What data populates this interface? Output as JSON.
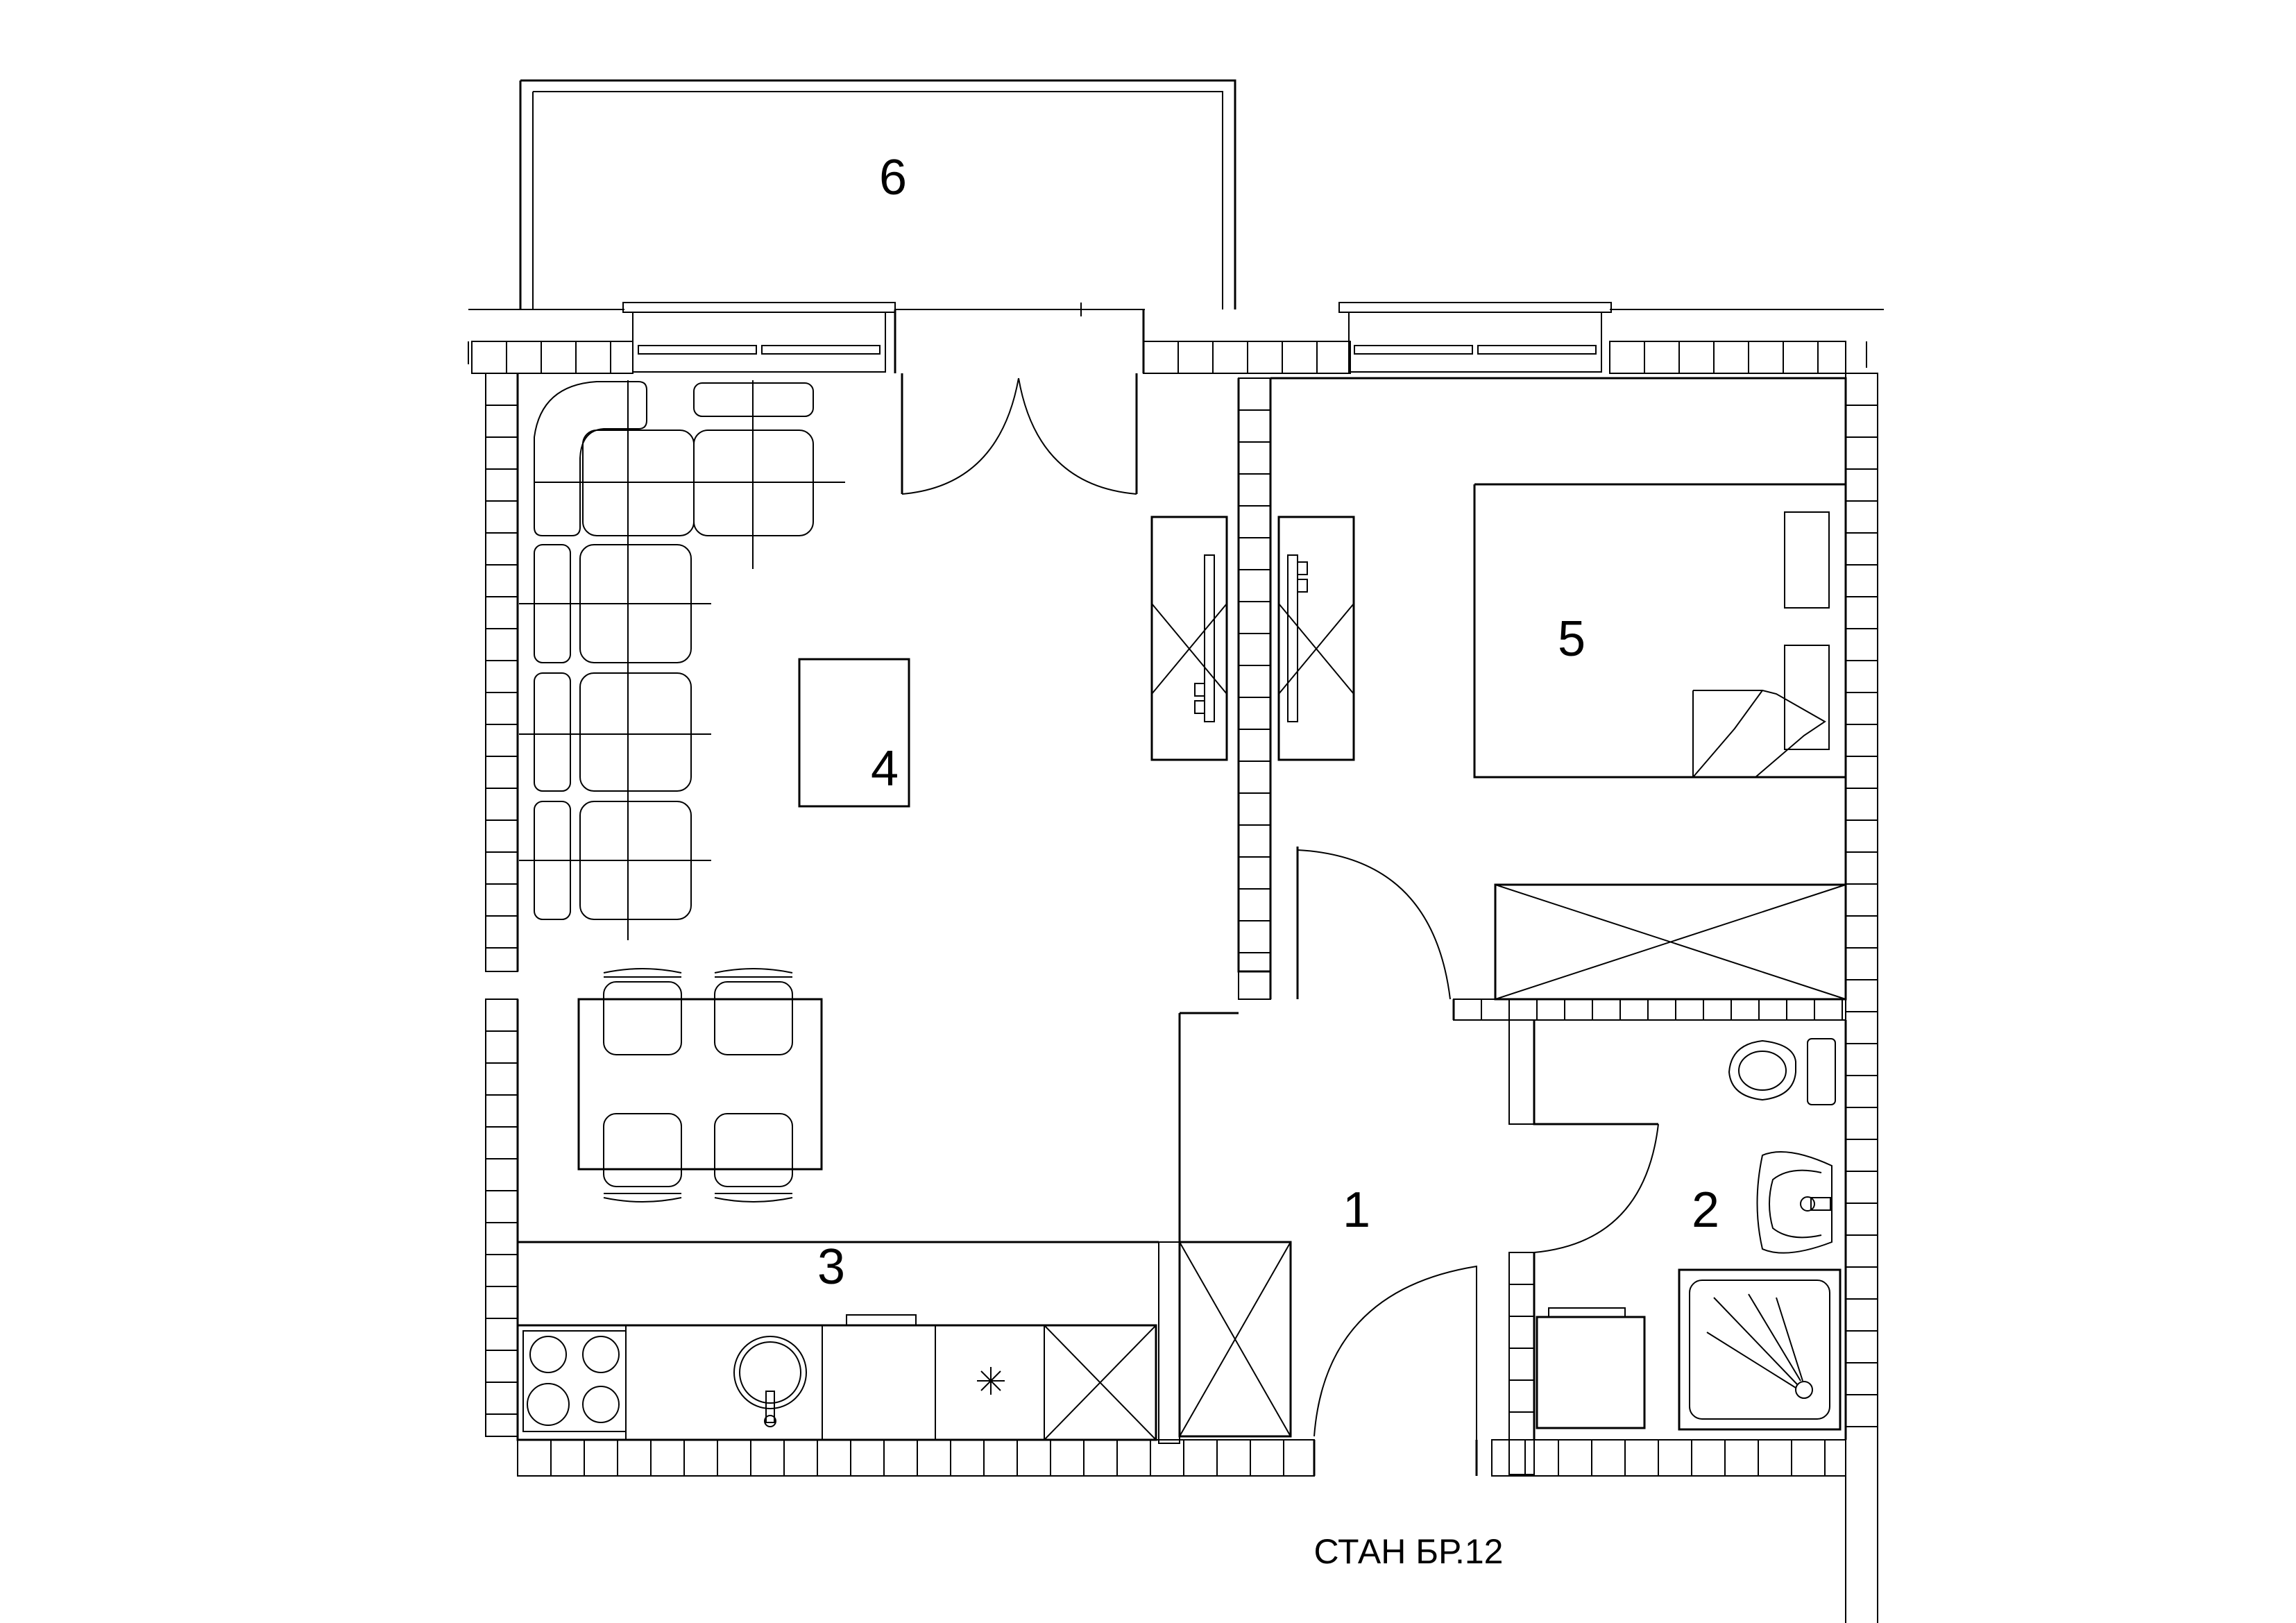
{
  "rooms": [
    {
      "id": "1",
      "label": "1"
    },
    {
      "id": "2",
      "label": "2"
    },
    {
      "id": "3",
      "label": "3"
    },
    {
      "id": "4",
      "label": "4"
    },
    {
      "id": "5",
      "label": "5"
    },
    {
      "id": "6",
      "label": "6"
    }
  ],
  "caption": "СТАН БР.12"
}
